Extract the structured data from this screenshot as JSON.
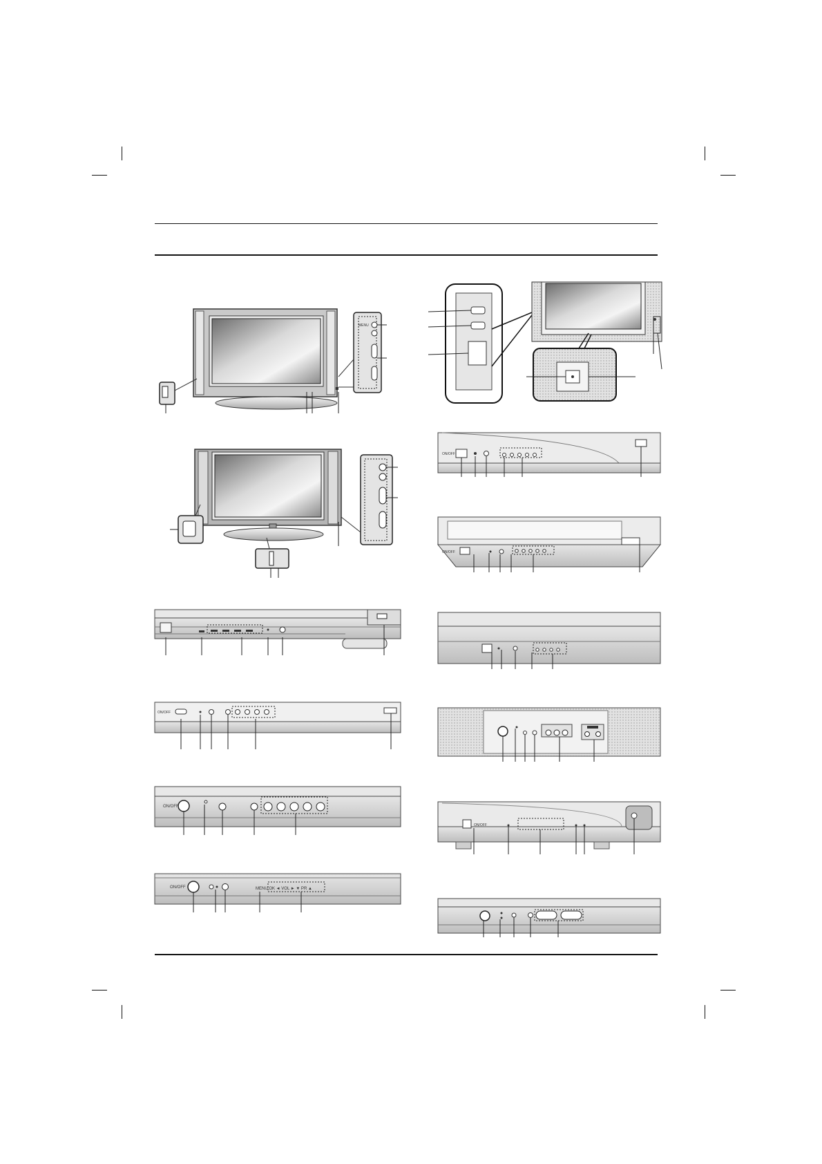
{
  "page": {
    "background": "#ffffff",
    "ink": "#111111"
  },
  "panel_labels": {
    "plasma_side": "MENU",
    "onoff": "ON/OFF",
    "menu_row": [
      "MENU",
      "OK",
      "◄",
      "VOL",
      "►",
      "▼",
      "PR",
      "▲"
    ],
    "power_small": "ON/OFF"
  },
  "icons": [
    "crop-mark-icon",
    "tv-illustration",
    "leader-line-icon",
    "dashed-callout-icon"
  ]
}
